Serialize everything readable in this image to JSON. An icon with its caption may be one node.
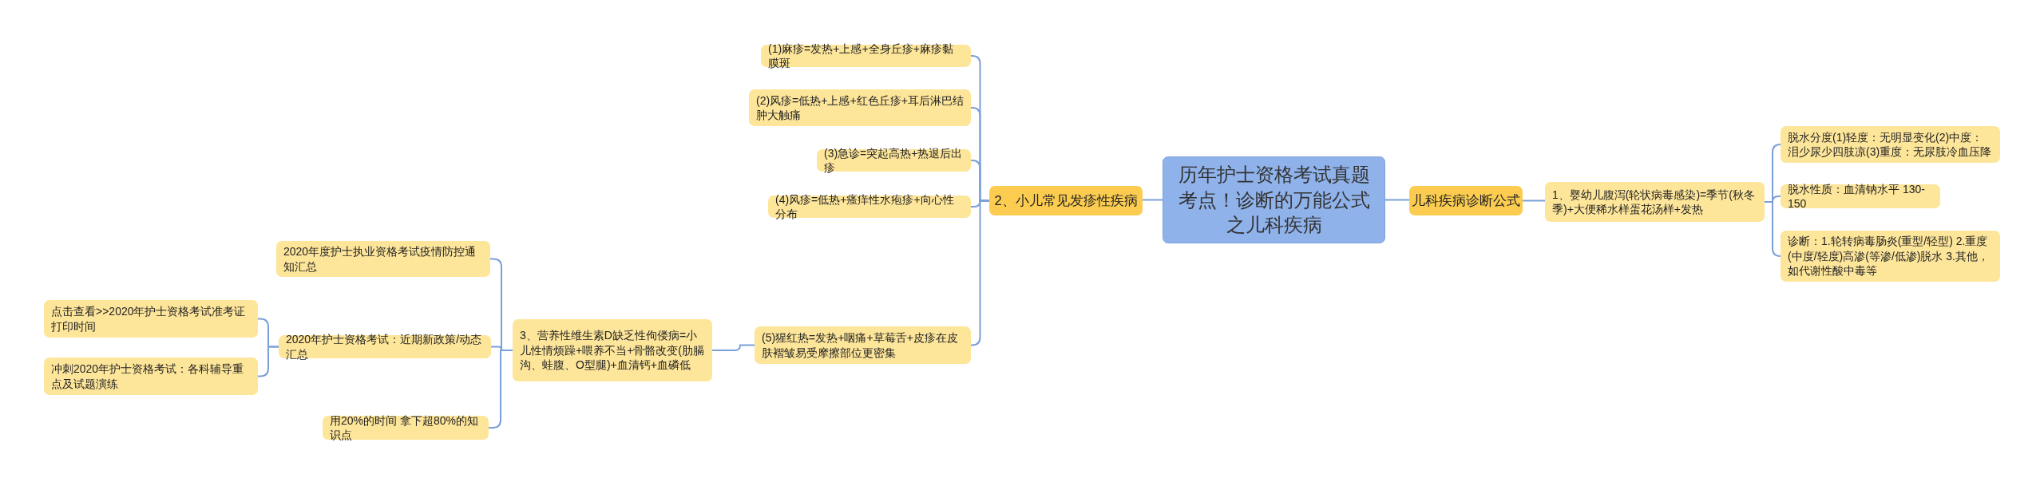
{
  "diagram": {
    "nodes": [
      {
        "text": [
          "历年护士资格考试真题考点！诊断的万能公式之儿科疾病"
        ]
      },
      {
        "text": [
          "儿科疾病诊断公式"
        ]
      },
      {
        "text": [
          "1、婴幼儿腹泻(轮状病毒感染)=季节(秋冬季)+大便稀水样蛋花汤样+发热"
        ]
      },
      {
        "text": [
          "脱水分度(1)轻度：无明显变化(2)中度：泪少尿少四肢凉(3)重度：无尿肢冷血压降"
        ]
      },
      {
        "text": [
          "脱水性质：血清钠水平 130-150"
        ]
      },
      {
        "text": [
          "诊断：1.轮转病毒肠炎(重型/轻型) 2.重度(中度/轻度)高渗(等渗/低渗)脱水 3.其他，如代谢性酸中毒等"
        ]
      },
      {
        "text": [
          "2、小儿常见发疹性疾病"
        ]
      },
      {
        "text": [
          "(1)麻疹=发热+上感+全身丘疹+麻疹黏膜斑"
        ]
      },
      {
        "text": [
          "(2)风疹=低热+上感+红色丘疹+耳后淋巴结肿大触痛"
        ]
      },
      {
        "text": [
          "(3)急诊=突起高热+热退后出疹"
        ]
      },
      {
        "text": [
          "(4)风疹=低热+瘙痒性水疱疹+向心性分布"
        ]
      },
      {
        "text": [
          "(5)猩红热=发热+咽痛+草莓舌+皮疹在皮肤褶皱易受摩擦部位更密集"
        ]
      },
      {
        "text": [
          "3、营养性维生素D缺乏性佝偻病=小儿性情烦躁+喂养不当+骨骼改变(肋膈沟、蛙腹、O型腿)+血清钙+血磷低"
        ]
      },
      {
        "text": [
          "2020年度护士执业资格考试疫情防控通知汇总"
        ]
      },
      {
        "text": [
          "2020年护士资格考试：近期新政策/动态汇总"
        ]
      },
      {
        "text": [
          "点击查看>>2020年护士资格考试准考证打印时间"
        ]
      },
      {
        "text": [
          "冲刺2020年护士资格考试：各科辅导重点及试题演练"
        ]
      },
      {
        "text": [
          "用20%的时间 拿下超80%的知识点"
        ]
      }
    ],
    "edges": [
      {
        "from": 0,
        "to": 1,
        "arrow": "none"
      },
      {
        "from": 1,
        "to": 2,
        "arrow": "none"
      },
      {
        "from": 2,
        "to": 3,
        "arrow": "none"
      },
      {
        "from": 2,
        "to": 4,
        "arrow": "none"
      },
      {
        "from": 2,
        "to": 5,
        "arrow": "none"
      },
      {
        "from": 0,
        "to": 6,
        "arrow": "none"
      },
      {
        "from": 6,
        "to": 7,
        "arrow": "none"
      },
      {
        "from": 6,
        "to": 8,
        "arrow": "none"
      },
      {
        "from": 6,
        "to": 9,
        "arrow": "none"
      },
      {
        "from": 6,
        "to": 10,
        "arrow": "none"
      },
      {
        "from": 6,
        "to": 11,
        "arrow": "none"
      },
      {
        "from": 11,
        "to": 12,
        "arrow": "none"
      },
      {
        "from": 12,
        "to": 13,
        "arrow": "none"
      },
      {
        "from": 12,
        "to": 14,
        "arrow": "none"
      },
      {
        "from": 12,
        "to": 17,
        "arrow": "none"
      },
      {
        "from": 14,
        "to": 15,
        "arrow": "none"
      },
      {
        "from": 14,
        "to": 16,
        "arrow": "none"
      }
    ]
  }
}
